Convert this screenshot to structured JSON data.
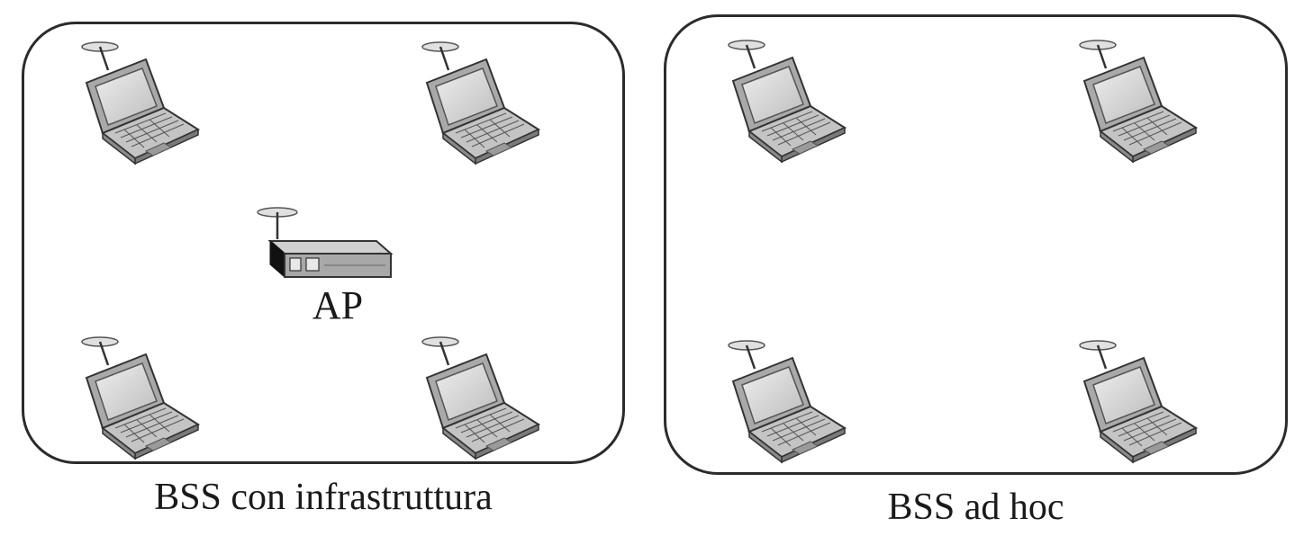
{
  "diagram": {
    "infrastructure_bss": {
      "caption": "BSS con infrastruttura",
      "access_point_label": "AP",
      "station_count": 4
    },
    "adhoc_bss": {
      "caption": "BSS ad hoc",
      "station_count": 4
    },
    "icons": {
      "station": "laptop-with-antenna-icon",
      "access_point": "access-point-icon"
    },
    "colors": {
      "border": "#2b2b2b",
      "laptop_body": "#bfbfbf",
      "laptop_screen": "#d9d9d9",
      "text": "#1a1a1a"
    }
  }
}
